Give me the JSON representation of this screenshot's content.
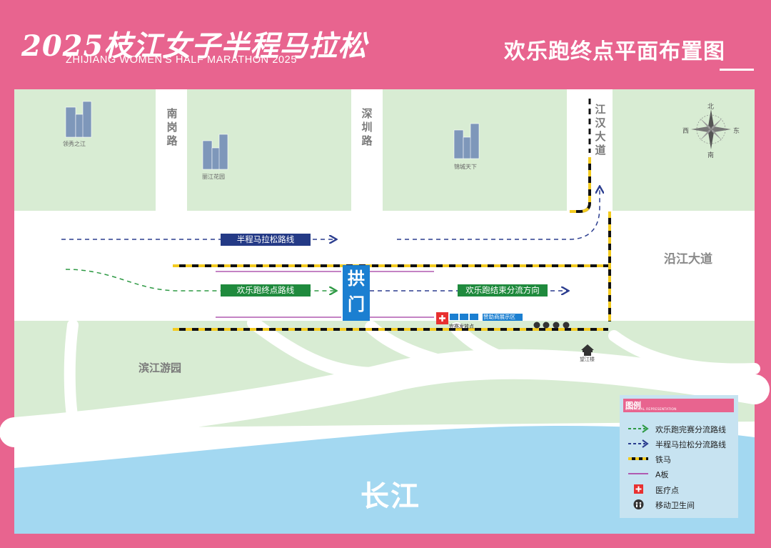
{
  "header": {
    "logo_main": "2025枝江女子半程马拉松",
    "logo_sub": "ZHIJIANG WOMEN'S HALF MARATHON 2025",
    "page_title": "欢乐跑终点平面布置图"
  },
  "roads": {
    "nangang": "南岗路",
    "shenzhen": "深圳路",
    "jianghan": "江汉大道",
    "yanjiang": "沿江大道"
  },
  "places": {
    "lingxiu": "领秀之江",
    "lijiang": "丽江花园",
    "jincheng": "锦城天下",
    "binjiang_park": "滨江游园",
    "wangjiang": "望江楼",
    "river": "长江"
  },
  "compass": {
    "north": "北",
    "south": "南",
    "east": "东",
    "west": "西"
  },
  "route_labels": {
    "half_marathon": "半程马拉松路线",
    "fun_run_finish": "欢乐跑终点路线",
    "fun_run_diversion": "欢乐跑结束分流方向"
  },
  "arch": "拱门",
  "facilities": {
    "finisher_kits": "完赛发放点",
    "sponsor_area": "赞助商展示区"
  },
  "legend": {
    "title": "图例",
    "subtitle": "GRAPHICAL REPRESENTATION",
    "items": [
      {
        "label": "欢乐跑完赛分流路线",
        "icon": "green-dashed-arrow"
      },
      {
        "label": "半程马拉松分流路线",
        "icon": "blue-dashed-arrow"
      },
      {
        "label": "铁马",
        "icon": "barrier-line"
      },
      {
        "label": "A板",
        "icon": "purple-line"
      },
      {
        "label": "医疗点",
        "icon": "medical-cross-icon"
      },
      {
        "label": "移动卫生间",
        "icon": "toilet-icon"
      }
    ]
  },
  "colors": {
    "frame": "#e8648f",
    "green_area": "#d8ecd3",
    "river": "#a3d8f1",
    "road": "#ffffff",
    "route_green": "#2f9a45",
    "route_blue": "#2b3d8f",
    "label_green_bg": "#1f8a3d",
    "label_navy_bg": "#243a86",
    "arch_blue": "#1b7fd1",
    "a_board": "#b05ab0",
    "barrier_yellow": "#f3cb1f",
    "medical_red": "#e83030"
  }
}
